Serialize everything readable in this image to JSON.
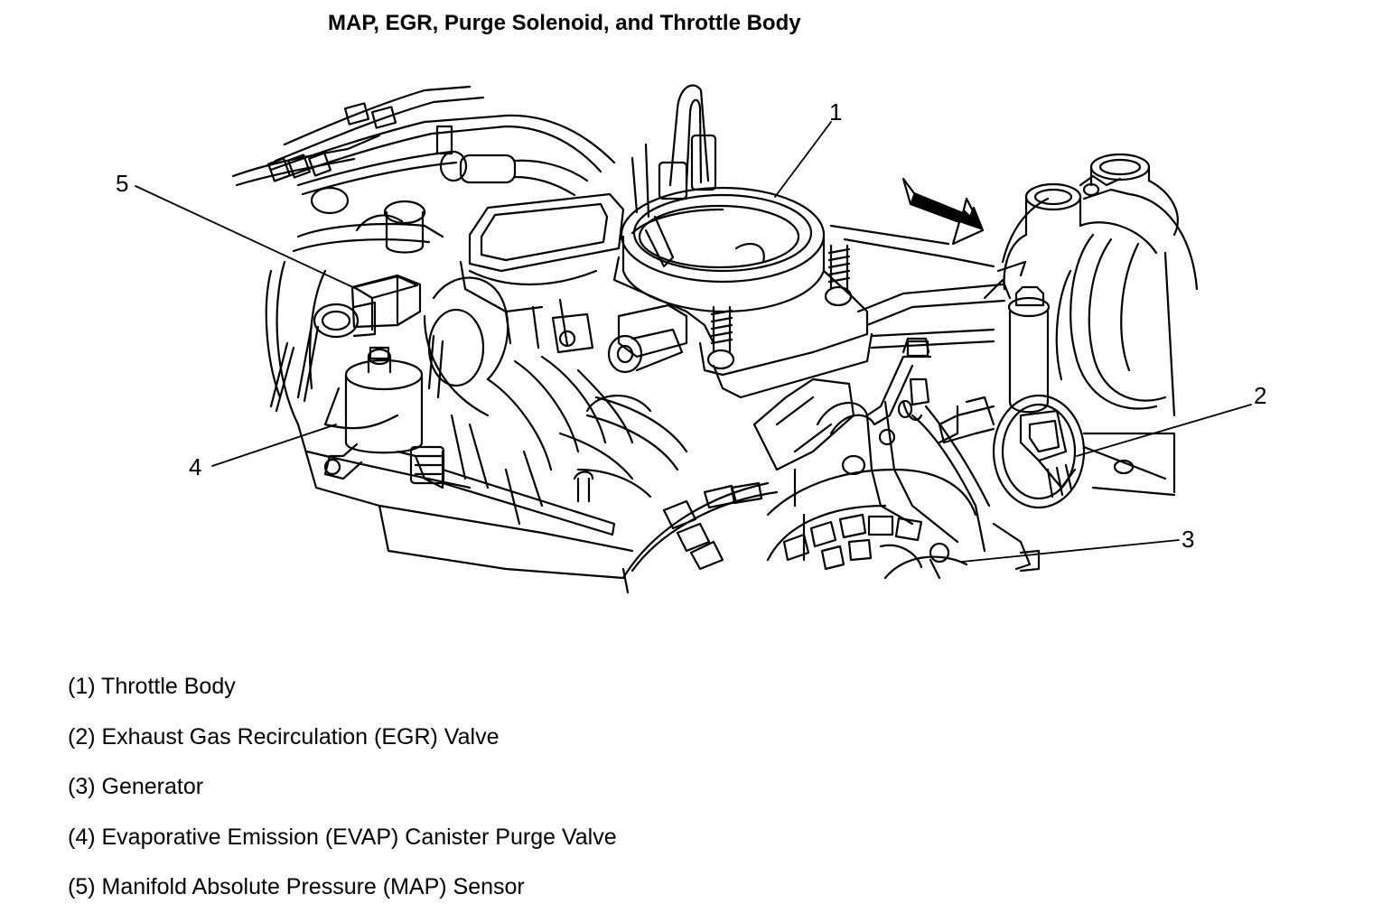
{
  "title": "MAP, EGR, Purge Solenoid, and Throttle Body",
  "callouts": {
    "c1": "1",
    "c2": "2",
    "c3": "3",
    "c4": "4",
    "c5": "5"
  },
  "legend": [
    "(1) Throttle Body",
    "(2) Exhaust Gas Recirculation (EGR) Valve",
    "(3) Generator",
    "(4) Evaporative Emission (EVAP) Canister Purge Valve",
    "(5) Manifold Absolute Pressure (MAP) Sensor"
  ],
  "colors": {
    "ink": "#000000",
    "paper": "#ffffff"
  }
}
